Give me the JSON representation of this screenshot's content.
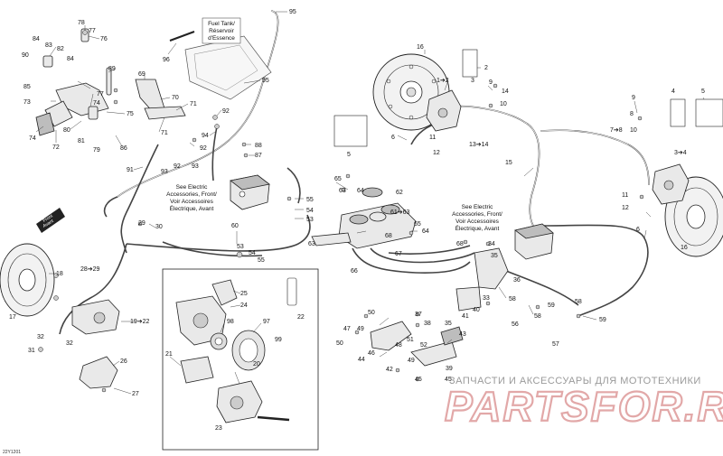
{
  "callouts": [
    {
      "id": "c95a",
      "text": "95"
    },
    {
      "id": "c78",
      "text": "78"
    },
    {
      "id": "c77a",
      "text": "77"
    },
    {
      "id": "c76",
      "text": "76"
    },
    {
      "id": "c84a",
      "text": "84"
    },
    {
      "id": "c83",
      "text": "83"
    },
    {
      "id": "c82",
      "text": "82"
    },
    {
      "id": "c90",
      "text": "90"
    },
    {
      "id": "c84b",
      "text": "84"
    },
    {
      "id": "c85",
      "text": "85"
    },
    {
      "id": "c89",
      "text": "89"
    },
    {
      "id": "c69",
      "text": "69"
    },
    {
      "id": "c96",
      "text": "96"
    },
    {
      "id": "c95b",
      "text": "95"
    },
    {
      "id": "c77b",
      "text": "77"
    },
    {
      "id": "c74a",
      "text": "74"
    },
    {
      "id": "c73",
      "text": "73"
    },
    {
      "id": "c75",
      "text": "75"
    },
    {
      "id": "c70",
      "text": "70"
    },
    {
      "id": "c71a",
      "text": "71"
    },
    {
      "id": "c71b",
      "text": "71"
    },
    {
      "id": "c74b",
      "text": "74"
    },
    {
      "id": "c72",
      "text": "72"
    },
    {
      "id": "c80",
      "text": "80"
    },
    {
      "id": "c81",
      "text": "81"
    },
    {
      "id": "c79",
      "text": "79"
    },
    {
      "id": "c86",
      "text": "86"
    },
    {
      "id": "c92a",
      "text": "92"
    },
    {
      "id": "c94",
      "text": "94"
    },
    {
      "id": "c92b",
      "text": "92"
    },
    {
      "id": "c93a",
      "text": "93"
    },
    {
      "id": "c92c",
      "text": "92"
    },
    {
      "id": "c93b",
      "text": "93"
    },
    {
      "id": "c91",
      "text": "91"
    },
    {
      "id": "c88",
      "text": "88"
    },
    {
      "id": "c87",
      "text": "87"
    },
    {
      "id": "c55a",
      "text": "55"
    },
    {
      "id": "c54a",
      "text": "54"
    },
    {
      "id": "c53a",
      "text": "53"
    },
    {
      "id": "c29",
      "text": "29"
    },
    {
      "id": "c30",
      "text": "30"
    },
    {
      "id": "c60",
      "text": "60"
    },
    {
      "id": "c53b",
      "text": "53"
    },
    {
      "id": "c54b",
      "text": "54"
    },
    {
      "id": "c55b",
      "text": "55"
    },
    {
      "id": "c28",
      "text": "28➔29"
    },
    {
      "id": "c18",
      "text": "18"
    },
    {
      "id": "c17",
      "text": "17"
    },
    {
      "id": "c32a",
      "text": "32"
    },
    {
      "id": "c32b",
      "text": "32"
    },
    {
      "id": "c31",
      "text": "31"
    },
    {
      "id": "c19",
      "text": "19➔22"
    },
    {
      "id": "c26",
      "text": "26"
    },
    {
      "id": "c27",
      "text": "27"
    },
    {
      "id": "c25",
      "text": "25"
    },
    {
      "id": "c24",
      "text": "24"
    },
    {
      "id": "c22",
      "text": "22"
    },
    {
      "id": "c98",
      "text": "98"
    },
    {
      "id": "c97",
      "text": "97"
    },
    {
      "id": "c99",
      "text": "99"
    },
    {
      "id": "c21",
      "text": "21"
    },
    {
      "id": "c20",
      "text": "20"
    },
    {
      "id": "c23",
      "text": "23"
    },
    {
      "id": "c16a",
      "text": "16"
    },
    {
      "id": "c1",
      "text": "1➔2"
    },
    {
      "id": "c2",
      "text": "2"
    },
    {
      "id": "c3a",
      "text": "3"
    },
    {
      "id": "c9a",
      "text": "9"
    },
    {
      "id": "c14",
      "text": "14"
    },
    {
      "id": "c10a",
      "text": "10"
    },
    {
      "id": "c5a",
      "text": "5"
    },
    {
      "id": "c6a",
      "text": "6"
    },
    {
      "id": "c11a",
      "text": "11"
    },
    {
      "id": "c12a",
      "text": "12"
    },
    {
      "id": "c13",
      "text": "13➔14"
    },
    {
      "id": "c15",
      "text": "15"
    },
    {
      "id": "c65a",
      "text": "65"
    },
    {
      "id": "c63a",
      "text": "63"
    },
    {
      "id": "c64a",
      "text": "64"
    },
    {
      "id": "c62",
      "text": "62"
    },
    {
      "id": "c61",
      "text": "61➔63"
    },
    {
      "id": "c65b",
      "text": "65"
    },
    {
      "id": "c64b",
      "text": "64"
    },
    {
      "id": "c63b",
      "text": "63"
    },
    {
      "id": "c68a",
      "text": "68"
    },
    {
      "id": "c67",
      "text": "67"
    },
    {
      "id": "c66",
      "text": "66"
    },
    {
      "id": "c68b",
      "text": "68"
    },
    {
      "id": "c34",
      "text": "34"
    },
    {
      "id": "c35a",
      "text": "35"
    },
    {
      "id": "c33",
      "text": "33"
    },
    {
      "id": "c36",
      "text": "36"
    },
    {
      "id": "c58a",
      "text": "58"
    },
    {
      "id": "c40",
      "text": "40"
    },
    {
      "id": "c41",
      "text": "41"
    },
    {
      "id": "c56",
      "text": "56"
    },
    {
      "id": "c58b",
      "text": "58"
    },
    {
      "id": "c59a",
      "text": "59"
    },
    {
      "id": "c58c",
      "text": "58"
    },
    {
      "id": "c59b",
      "text": "59"
    },
    {
      "id": "c57",
      "text": "57"
    },
    {
      "id": "c9b",
      "text": "9"
    },
    {
      "id": "c8",
      "text": "8"
    },
    {
      "id": "c4",
      "text": "4"
    },
    {
      "id": "c5b",
      "text": "5"
    },
    {
      "id": "c7",
      "text": "7➔8"
    },
    {
      "id": "c10b",
      "text": "10"
    },
    {
      "id": "c34b",
      "text": "3➔4"
    },
    {
      "id": "c11b",
      "text": "11"
    },
    {
      "id": "c12b",
      "text": "12"
    },
    {
      "id": "c6b",
      "text": "6"
    },
    {
      "id": "c16b",
      "text": "16"
    },
    {
      "id": "c50",
      "text": "50"
    },
    {
      "id": "c37",
      "text": "37"
    },
    {
      "id": "c38",
      "text": "38"
    },
    {
      "id": "c47",
      "text": "47"
    },
    {
      "id": "c49a",
      "text": "49"
    },
    {
      "id": "c50b",
      "text": "50"
    },
    {
      "id": "c51",
      "text": "51"
    },
    {
      "id": "c35b",
      "text": "35"
    },
    {
      "id": "c43",
      "text": "43"
    },
    {
      "id": "c52",
      "text": "52"
    },
    {
      "id": "c48",
      "text": "48"
    },
    {
      "id": "c46",
      "text": "46"
    },
    {
      "id": "c44",
      "text": "44"
    },
    {
      "id": "c49b",
      "text": "49"
    },
    {
      "id": "c42",
      "text": "42"
    },
    {
      "id": "c45a",
      "text": "45"
    },
    {
      "id": "c39",
      "text": "39"
    },
    {
      "id": "c45b",
      "text": "45"
    }
  ],
  "notes": {
    "fuel_tank": [
      "Fuel Tank/",
      "Réservoir",
      "d'Essence"
    ],
    "electric_left": [
      "See Electric",
      "Accessories, Front/",
      "Voir Accessoires",
      "Électrique, Avant"
    ],
    "electric_right": [
      "See Electric",
      "Accessories, Front/",
      "Voir Accessoires",
      "Électrique, Avant"
    ],
    "front_arrow": [
      "Front",
      "Avant"
    ]
  },
  "watermark": {
    "tagline": "ЗАПЧАСТИ И АКСЕССУАРЫ ДЛЯ МОТОТЕХНИКИ",
    "brand": "PARTSFOR.RU"
  },
  "reference_code": "22Y1201"
}
